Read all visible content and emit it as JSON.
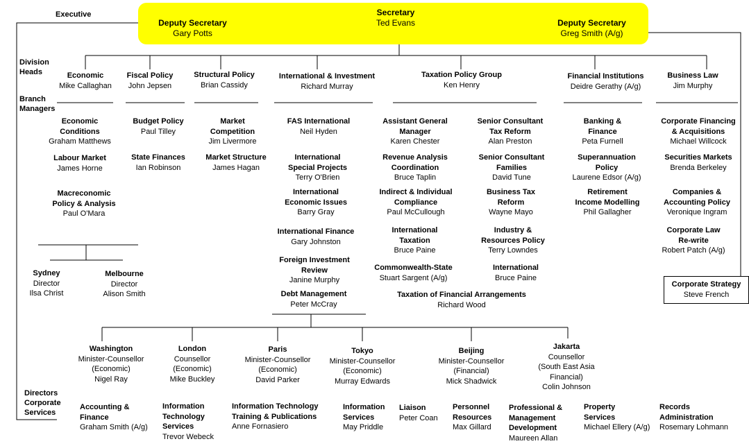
{
  "labels": {
    "executive": "Executive",
    "division_heads": [
      "Division",
      "Heads"
    ],
    "branch_managers": [
      "Branch",
      "Managers"
    ],
    "directors_corporate_services": [
      "Directors",
      "Corporate",
      "Services"
    ]
  },
  "executive": {
    "secretary": {
      "title": "Secretary",
      "name": "Ted Evans"
    },
    "deputy_left": {
      "title": "Deputy Secretary",
      "name": "Gary Potts"
    },
    "deputy_right": {
      "title": "Deputy Secretary",
      "name": "Greg Smith (A/g)"
    }
  },
  "divisions": [
    {
      "title": "Economic",
      "name": "Mike Callaghan"
    },
    {
      "title": "Fiscal Policy",
      "name": "John Jepsen"
    },
    {
      "title": "Structural Policy",
      "name": "Brian Cassidy"
    },
    {
      "title": "International & Investment",
      "name": "Richard Murray"
    },
    {
      "title": "Taxation Policy Group",
      "name": "Ken Henry"
    },
    {
      "title": "Financial Institutions",
      "name": "Deidre Gerathy (A/g)"
    },
    {
      "title": "Business Law",
      "name": "Jim Murphy"
    }
  ],
  "branches": {
    "economic": [
      {
        "title": [
          "Economic",
          "Conditions"
        ],
        "name": "Graham Matthews"
      },
      {
        "title": [
          "Labour Market"
        ],
        "name": "James Horne"
      },
      {
        "title": [
          "Macreconomic",
          "Policy & Analysis"
        ],
        "name": "Paul O'Mara"
      }
    ],
    "fiscal": [
      {
        "title": [
          "Budget Policy"
        ],
        "name": "Paul Tilley"
      },
      {
        "title": [
          "State Finances"
        ],
        "name": "Ian Robinson"
      }
    ],
    "structural": [
      {
        "title": [
          "Market",
          "Competition"
        ],
        "name": "Jim Livermore"
      },
      {
        "title": [
          "Market Structure"
        ],
        "name": "James Hagan"
      }
    ],
    "international": [
      {
        "title": [
          "FAS International"
        ],
        "name": "Neil Hyden"
      },
      {
        "title": [
          "International",
          "Special Projects"
        ],
        "name": "Terry O'Brien"
      },
      {
        "title": [
          "International",
          "Economic Issues"
        ],
        "name": "Barry Gray"
      },
      {
        "title": [
          "International Finance"
        ],
        "name": "Gary Johnston"
      },
      {
        "title": [
          "Foreign Investment",
          "Review"
        ],
        "name": "Janine Murphy"
      },
      {
        "title": [
          "Debt Management"
        ],
        "name": "Peter McCray"
      }
    ],
    "taxation_left": [
      {
        "title": [
          "Assistant General",
          "Manager"
        ],
        "name": "Karen Chester"
      },
      {
        "title": [
          "Revenue Analysis",
          "Coordination"
        ],
        "name": "Bruce Taplin"
      },
      {
        "title": [
          "Indirect & Individual",
          "Compliance"
        ],
        "name": "Paul McCullough"
      },
      {
        "title": [
          "International",
          "Taxation"
        ],
        "name": "Bruce Paine"
      },
      {
        "title": [
          "Commonwealth-State"
        ],
        "name": "Stuart Sargent (A/g)"
      }
    ],
    "taxation_right": [
      {
        "title": [
          "Senior Consultant",
          "Tax Reform"
        ],
        "name": "Alan Preston"
      },
      {
        "title": [
          "Senior Consultant",
          "Families"
        ],
        "name": "David Tune"
      },
      {
        "title": [
          "Business Tax",
          "Reform"
        ],
        "name": "Wayne Mayo"
      },
      {
        "title": [
          "Industry &",
          "Resources Policy"
        ],
        "name": "Terry Lowndes"
      },
      {
        "title": [
          "International"
        ],
        "name": "Bruce Paine"
      }
    ],
    "taxation_bottom": {
      "title": [
        "Taxation of Financial Arrangements"
      ],
      "name": "Richard Wood"
    },
    "financial": [
      {
        "title": [
          "Banking &",
          "Finance"
        ],
        "name": "Peta Furnell"
      },
      {
        "title": [
          "Superannuation",
          "Policy"
        ],
        "name": "Laurene Edsor (A/g)"
      },
      {
        "title": [
          "Retirement",
          "Income Modelling"
        ],
        "name": "Phil Gallagher"
      }
    ],
    "business_law": [
      {
        "title": [
          "Corporate Financing",
          "& Acquisitions"
        ],
        "name": "Michael Willcock"
      },
      {
        "title": [
          "Securities Markets"
        ],
        "name": "Brenda Berkeley"
      },
      {
        "title": [
          "Companies &",
          "Accounting Policy"
        ],
        "name": "Veronique Ingram"
      },
      {
        "title": [
          "Corporate Law",
          "Re-write"
        ],
        "name": "Robert Patch (A/g)"
      }
    ]
  },
  "regional": [
    {
      "title": "Sydney",
      "role": "Director",
      "name": "Ilsa Christ"
    },
    {
      "title": "Melbourne",
      "role": "Director",
      "name": "Alison Smith"
    }
  ],
  "corporate_strategy": {
    "title": "Corporate Strategy",
    "name": "Steve French"
  },
  "overseas": [
    {
      "title": "Washington",
      "lines": [
        "Minister-Counsellor",
        "(Economic)",
        "Nigel Ray"
      ]
    },
    {
      "title": "London",
      "lines": [
        "Counsellor",
        "(Economic)",
        "Mike Buckley"
      ]
    },
    {
      "title": "Paris",
      "lines": [
        "Minister-Counsellor",
        "(Economic)",
        "David Parker"
      ]
    },
    {
      "title": "Tokyo",
      "lines": [
        "Minister-Counsellor",
        "(Economic)",
        "Murray Edwards"
      ]
    },
    {
      "title": "Beijing",
      "lines": [
        "Minister-Counsellor",
        "(Financial)",
        "Mick Shadwick"
      ]
    },
    {
      "title": "Jakarta",
      "lines": [
        "Counsellor",
        "(South East Asia",
        "Financial)",
        "Colin Johnson"
      ]
    }
  ],
  "corporate_services": [
    {
      "title": [
        "Accounting &",
        "Finance"
      ],
      "name": "Graham Smith (A/g)"
    },
    {
      "title": [
        "Information",
        "Technology",
        "Services"
      ],
      "name": "Trevor Webeck"
    },
    {
      "title": [
        "Information Technology",
        "Training & Publications"
      ],
      "name": "Anne Fornasiero"
    },
    {
      "title": [
        "Information",
        "Services"
      ],
      "name": "May Priddle"
    },
    {
      "title": [
        "Liaison"
      ],
      "name": "Peter Coan"
    },
    {
      "title": [
        "Personnel",
        "Resources"
      ],
      "name": "Max Gillard"
    },
    {
      "title": [
        "Professional &",
        "Management",
        "Development"
      ],
      "name": "Maureen Allan"
    },
    {
      "title": [
        "Property",
        "Services"
      ],
      "name": "Michael Ellery (A/g)"
    },
    {
      "title": [
        "Records",
        "Administration"
      ],
      "name": "Rosemary Lohmann"
    }
  ]
}
